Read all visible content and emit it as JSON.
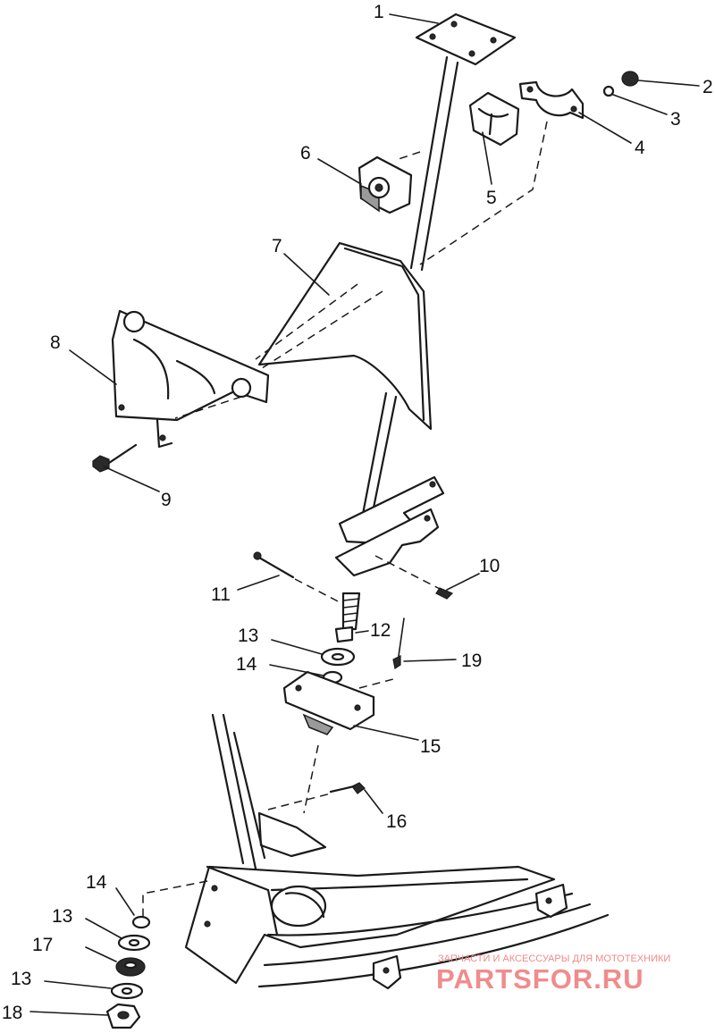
{
  "callouts": [
    {
      "id": "1",
      "text": "1"
    },
    {
      "id": "2",
      "text": "2"
    },
    {
      "id": "3",
      "text": "3"
    },
    {
      "id": "4",
      "text": "4"
    },
    {
      "id": "5",
      "text": "5"
    },
    {
      "id": "6",
      "text": "6"
    },
    {
      "id": "7",
      "text": "7"
    },
    {
      "id": "8",
      "text": "8"
    },
    {
      "id": "9",
      "text": "9"
    },
    {
      "id": "10",
      "text": "10"
    },
    {
      "id": "11",
      "text": "11"
    },
    {
      "id": "12",
      "text": "12"
    },
    {
      "id": "13a",
      "text": "13"
    },
    {
      "id": "14a",
      "text": "14"
    },
    {
      "id": "15",
      "text": "15"
    },
    {
      "id": "16",
      "text": "16"
    },
    {
      "id": "14b",
      "text": "14"
    },
    {
      "id": "13b",
      "text": "13"
    },
    {
      "id": "17",
      "text": "17"
    },
    {
      "id": "13c",
      "text": "13"
    },
    {
      "id": "18",
      "text": "18"
    },
    {
      "id": "19",
      "text": "19"
    }
  ],
  "watermark": {
    "line1": "ЗАПЧАСТИ И АКСЕССУАРЫ ДЛЯ МОТОТЕХНИКИ",
    "line2": "PARTSFOR.RU",
    "color": "#f08c8c"
  }
}
